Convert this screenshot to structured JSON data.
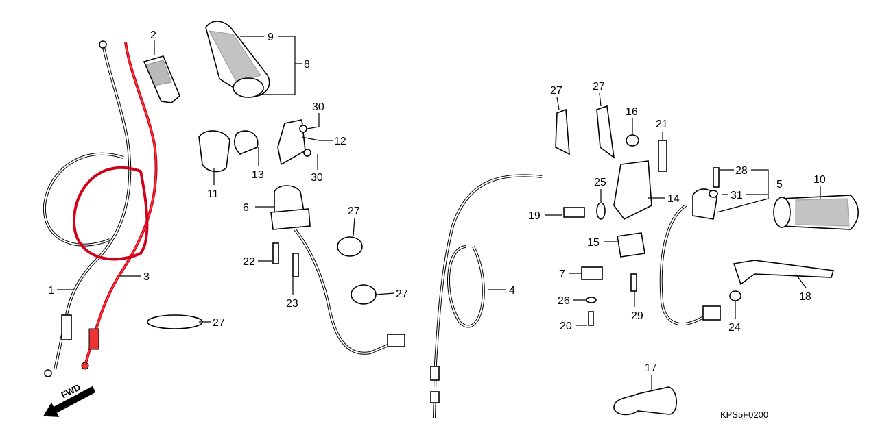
{
  "diagram": {
    "code": "KPS5F0200",
    "fwd_label": "FWD",
    "highlight_color": "#d0021b",
    "labels": [
      "2",
      "9",
      "8",
      "30",
      "12",
      "30",
      "11",
      "13",
      "6",
      "27",
      "22",
      "23",
      "27",
      "27",
      "1",
      "3",
      "4",
      "27",
      "27",
      "16",
      "21",
      "25",
      "19",
      "14",
      "28",
      "31",
      "5",
      "10",
      "15",
      "7",
      "26",
      "20",
      "29",
      "24",
      "18",
      "17"
    ]
  }
}
